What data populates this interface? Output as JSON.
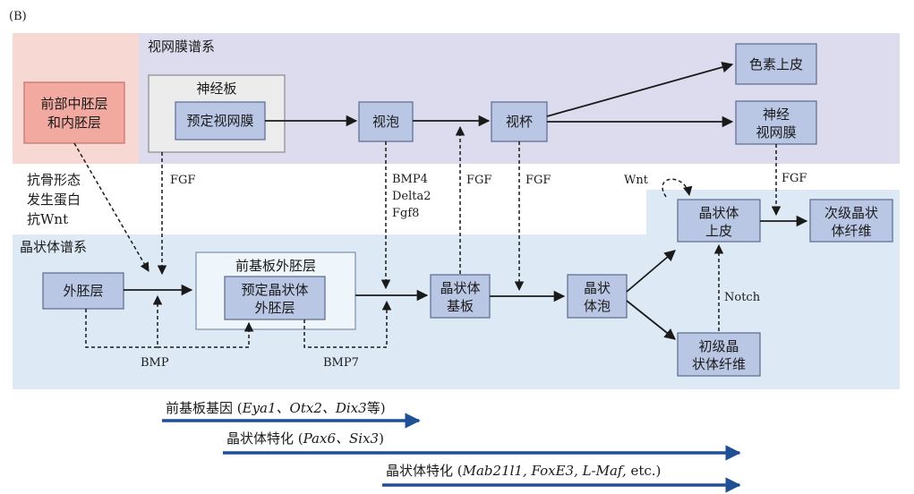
{
  "figure_label": "(B)",
  "regions": {
    "retina_lineage": "视网膜谱系",
    "lens_lineage": "晶状体谱系"
  },
  "nodes": {
    "anterior_mesendoderm": [
      "前部中胚层",
      "和内胚层"
    ],
    "neural_plate": "神经板",
    "presumptive_retina": "预定视网膜",
    "optic_vesicle": "视泡",
    "optic_cup": "视杯",
    "pigment_epithelium": "色素上皮",
    "neural_retina": [
      "神经",
      "视网膜"
    ],
    "ectoderm": "外胚层",
    "preplacodal_ectoderm": "前基板外胚层",
    "presumptive_lens_ectoderm": [
      "预定晶状体",
      "外胚层"
    ],
    "lens_placode": [
      "晶状体",
      "基板"
    ],
    "lens_vesicle": [
      "晶状",
      "体泡"
    ],
    "lens_epithelium": [
      "晶状体",
      "上皮"
    ],
    "primary_lens_fibers": [
      "初级晶",
      "状体纤维"
    ],
    "secondary_lens_fibers": [
      "次级晶状",
      "体纤维"
    ]
  },
  "signals": {
    "anti_bmp_wnt": [
      "抗骨形态",
      "发生蛋白",
      "抗Wnt"
    ],
    "fgf_neural_plate": "FGF",
    "bmp4_group": [
      "BMP4",
      "Delta2",
      "Fgf8"
    ],
    "fgf_optic_vesicle": "FGF",
    "fgf_optic_cup": "FGF",
    "fgf_neural_retina": "FGF",
    "wnt": "Wnt",
    "notch": "Notch",
    "bmp": "BMP",
    "bmp7": "BMP7"
  },
  "timelines": [
    {
      "prefix": "前基板基因 (",
      "genes": "Eya1、Otx2、Dix3",
      "suffix": "等)"
    },
    {
      "prefix": "晶状体特化 (",
      "genes": "Pax6、Six3",
      "suffix": ")"
    },
    {
      "prefix": "晶状体特化 (",
      "genes": "Mab21l1, FoxE3, L-Maf,",
      "suffix": " etc.)"
    }
  ],
  "colors": {
    "retina_region": "#dcdcee",
    "mesendoderm_region": "#f8d8d2",
    "lens_region": "#dde9f5",
    "node_fill": "#b9c6e4",
    "node_stroke": "#5a6a8e",
    "mesendoderm_node_fill": "#f2a9a0",
    "neural_plate_fill": "#ececec",
    "preplacodal_fill": "#eef5fb",
    "arrow": "#1a1a1a",
    "timeline_arrow": "#1f4f95"
  }
}
